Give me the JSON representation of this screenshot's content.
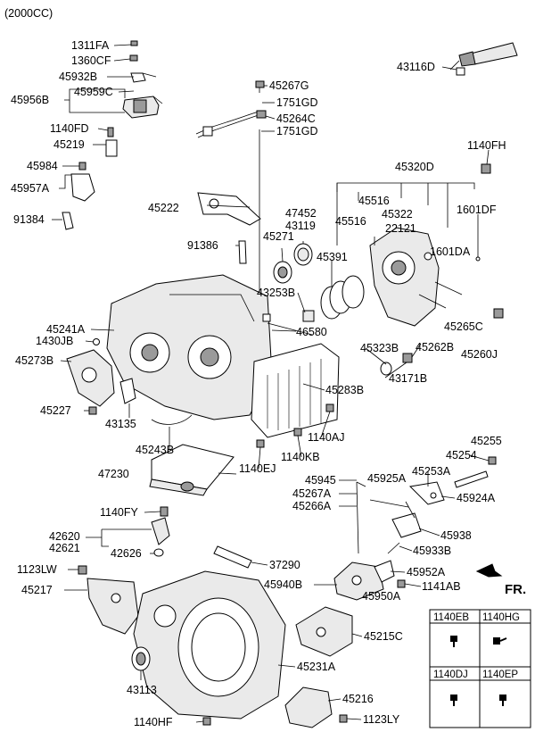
{
  "header": {
    "engine_variant": "(2000CC)"
  },
  "direction_label": "FR.",
  "parts": {
    "p1311FA": "1311FA",
    "p1360CF": "1360CF",
    "p45932B": "45932B",
    "p45956B": "45956B",
    "p45959C": "45959C",
    "p1140FD": "1140FD",
    "p45219": "45219",
    "p45984": "45984",
    "p45957A": "45957A",
    "p91384": "91384",
    "p45267G": "45267G",
    "p1751GD_a": "1751GD",
    "p45264C": "45264C",
    "p1751GD_b": "1751GD",
    "p43116D": "43116D",
    "p1140FH": "1140FH",
    "p45320D": "45320D",
    "p45516_a": "45516",
    "p45322": "45322",
    "p47452": "47452",
    "p43119": "43119",
    "p45516_b": "45516",
    "p22121": "22121",
    "p1601DF": "1601DF",
    "p45222": "45222",
    "p45271": "45271",
    "p1601DA": "1601DA",
    "p91386": "91386",
    "p45391": "45391",
    "p43253B": "43253B",
    "p45265C": "45265C",
    "p46580": "46580",
    "p45262B": "45262B",
    "p45241A": "45241A",
    "p1430JB": "1430JB",
    "p45260J": "45260J",
    "p45323B": "45323B",
    "p45273B": "45273B",
    "p43171B": "43171B",
    "p45283B": "45283B",
    "p45227": "45227",
    "p43135": "43135",
    "p1140AJ": "1140AJ",
    "p45243B": "45243B",
    "p1140KB": "1140KB",
    "p45255": "45255",
    "p45254": "45254",
    "p47230": "47230",
    "p1140EJ": "1140EJ",
    "p45253A": "45253A",
    "p45945": "45945",
    "p45925A": "45925A",
    "p45267A": "45267A",
    "p45924A": "45924A",
    "p45266A": "45266A",
    "p1140FY": "1140FY",
    "p42620": "42620",
    "p42621": "42621",
    "p42626": "42626",
    "p45938": "45938",
    "p45933B": "45933B",
    "p37290": "37290",
    "p1123LW": "1123LW",
    "p45952A": "45952A",
    "p45940B": "45940B",
    "p1141AB": "1141AB",
    "p45217": "45217",
    "p45950A": "45950A",
    "p45215C": "45215C",
    "p45231A": "45231A",
    "p43113": "43113",
    "p45216": "45216",
    "p1140HF": "1140HF",
    "p1123LY": "1123LY"
  },
  "fastener_table": {
    "headers": [
      "1140EB",
      "1140HG",
      "1140DJ",
      "1140EP"
    ]
  }
}
